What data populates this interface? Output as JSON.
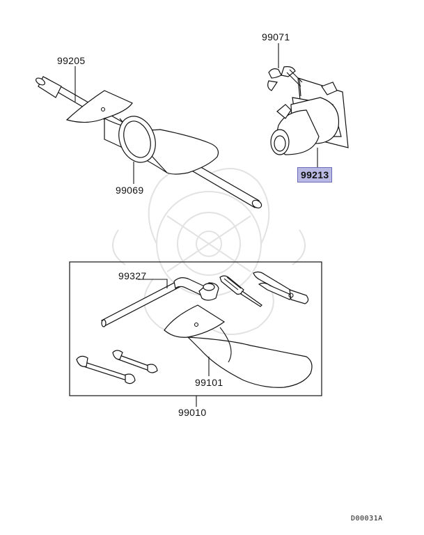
{
  "diagram": {
    "parts": [
      {
        "number": "99205"
      },
      {
        "number": "99069"
      },
      {
        "number": "99071"
      },
      {
        "number": "99213",
        "highlighted": true
      },
      {
        "number": "99327"
      },
      {
        "number": "99101"
      },
      {
        "number": "99010"
      }
    ],
    "highlight_color": "#b9b9e4",
    "diagram_code": "D00031A"
  }
}
